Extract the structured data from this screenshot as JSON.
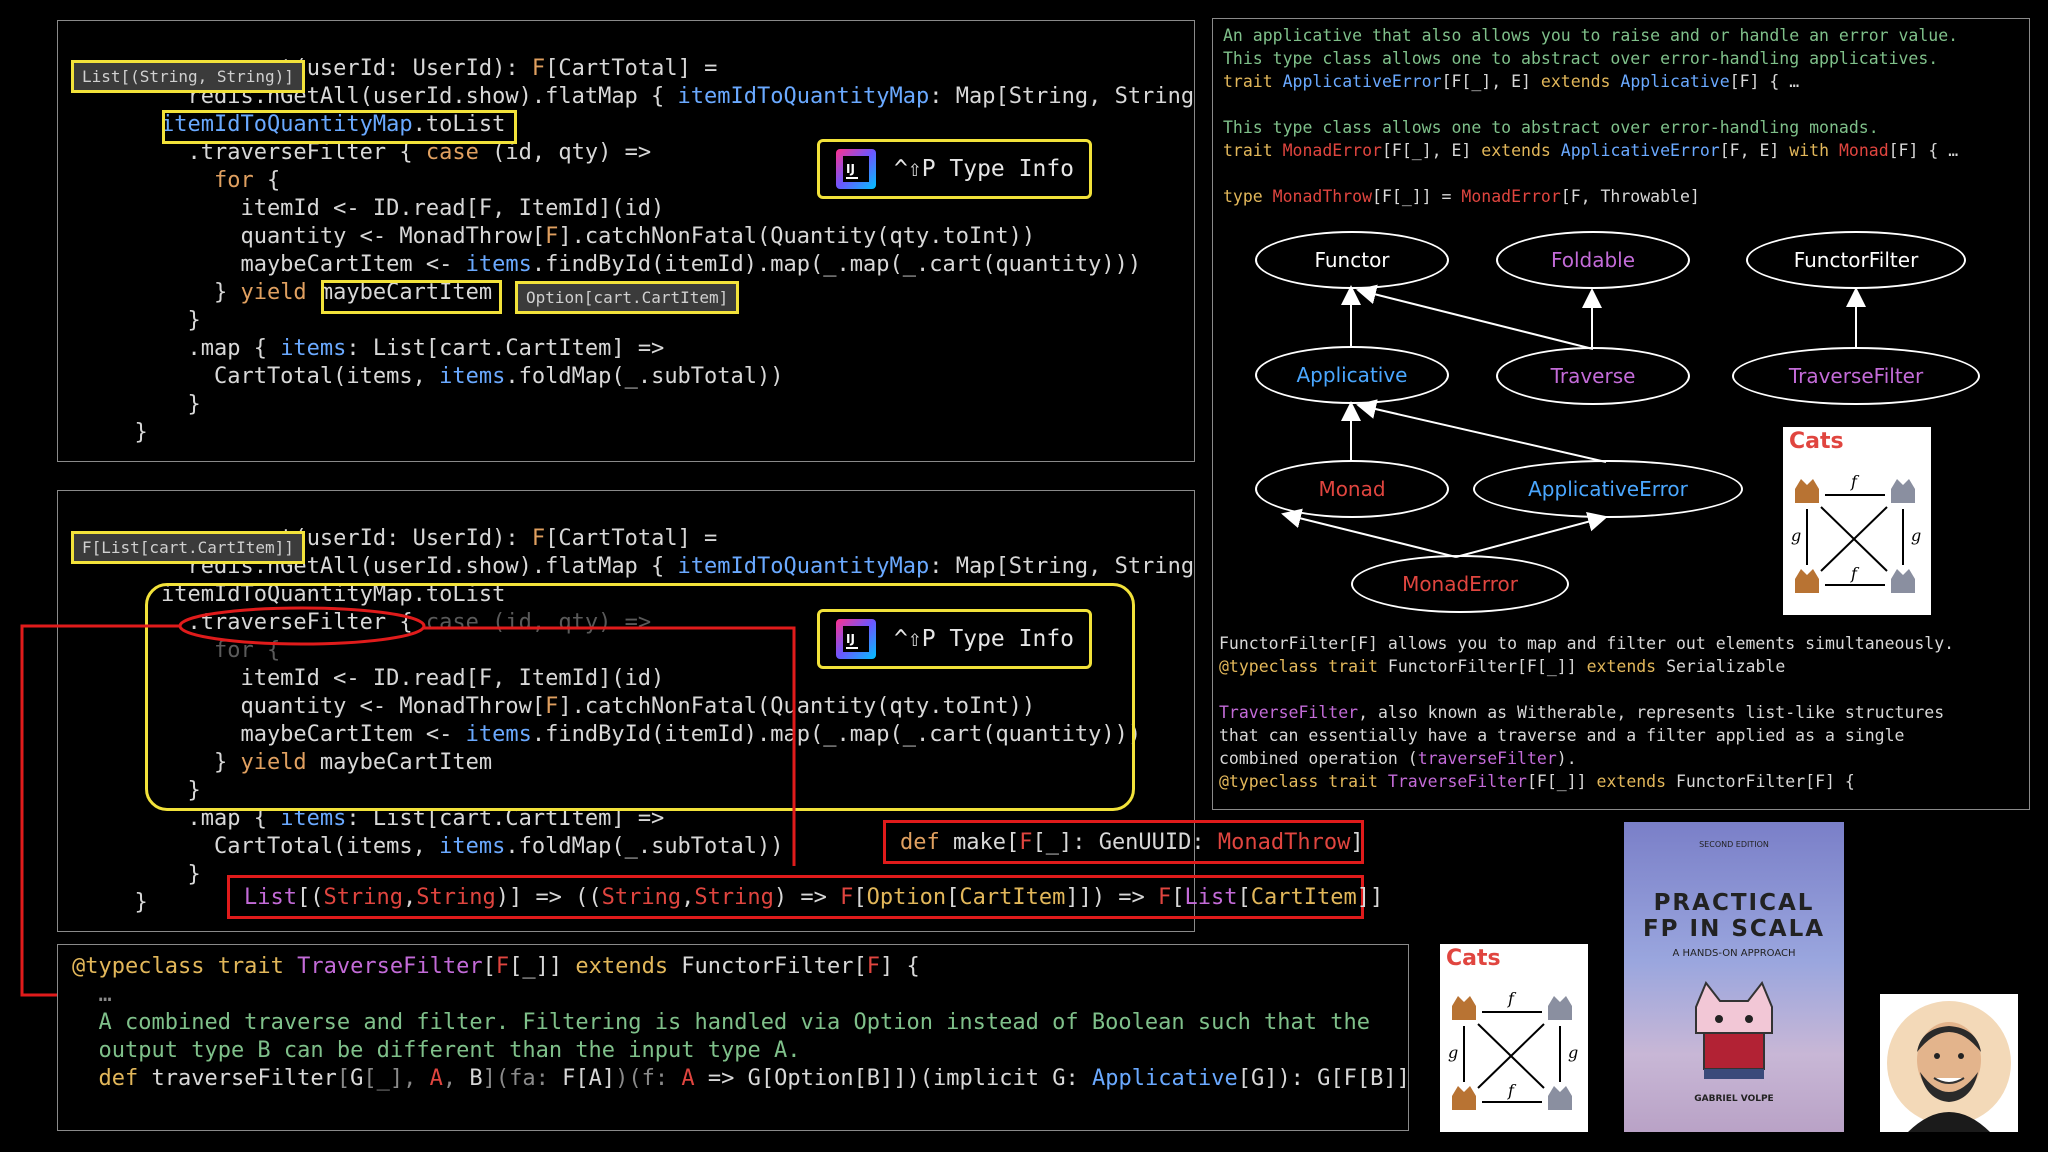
{
  "colors": {
    "yellow_box": "#f2e23a",
    "red_box": "#e01b1b",
    "panel_border": "#8a8a8a"
  },
  "panel_top": {
    "lines": [
      [
        [
          "wh",
          "            "
        ],
        [
          "wh",
          "et(userId: UserId): "
        ],
        [
          "ty",
          "F"
        ],
        [
          "wh",
          "["
        ],
        [
          "wh",
          "CartTotal"
        ],
        [
          "wh",
          "] ="
        ]
      ],
      [
        [
          "wh",
          "      redis.hGetAll(userId.show).flatMap { "
        ],
        [
          "bl",
          "itemIdToQuantityMap"
        ],
        [
          "wh",
          ": Map[String, String] =>"
        ]
      ],
      [
        [
          "wh",
          "    "
        ],
        [
          "bl",
          "itemIdToQuantityMap"
        ],
        [
          "wh",
          ".toList"
        ]
      ],
      [
        [
          "wh",
          "      .traverseFilter { "
        ],
        [
          "kw",
          "case"
        ],
        [
          "wh",
          " (id, qty) =>"
        ]
      ],
      [
        [
          "wh",
          "        "
        ],
        [
          "kw",
          "for"
        ],
        [
          "wh",
          " {"
        ]
      ],
      [
        [
          "wh",
          "          itemId <- ID.read[F, ItemId](id)"
        ]
      ],
      [
        [
          "wh",
          "          quantity <- MonadThrow["
        ],
        [
          "ty",
          "F"
        ],
        [
          "wh",
          "].catchNonFatal(Quantity(qty.toInt))"
        ]
      ],
      [
        [
          "wh",
          "          maybeCartItem <- "
        ],
        [
          "bl",
          "items"
        ],
        [
          "wh",
          ".findById(itemId).map(_.map(_.cart(quantity)))"
        ]
      ],
      [
        [
          "wh",
          "        } "
        ],
        [
          "kw",
          "yield"
        ],
        [
          "wh",
          " maybeCartItem"
        ]
      ],
      [
        [
          "wh",
          "      }"
        ]
      ],
      [
        [
          "wh",
          "      .map { "
        ],
        [
          "bl",
          "items"
        ],
        [
          "wh",
          ": List[cart.CartItem] =>"
        ]
      ],
      [
        [
          "wh",
          "        CartTotal(items, "
        ],
        [
          "bl",
          "items"
        ],
        [
          "wh",
          ".foldMap(_.subTotal))"
        ]
      ],
      [
        [
          "wh",
          "      }"
        ]
      ],
      [
        [
          "wh",
          "  }"
        ]
      ]
    ],
    "tooltip_list": "List[(String, String)]",
    "tooltip_option": "Option[cart.CartItem]",
    "type_info_label": "^⇧P Type Info"
  },
  "panel_mid": {
    "lines": [
      [
        [
          "wh",
          "            "
        ],
        [
          "wh",
          "et(userId: UserId): "
        ],
        [
          "ty",
          "F"
        ],
        [
          "wh",
          "[CartTotal] ="
        ]
      ],
      [
        [
          "wh",
          "      redis.hGetAll(userId.show).flatMap { "
        ],
        [
          "bl",
          "itemIdToQuantityMap"
        ],
        [
          "wh",
          ": Map[String, String] =>"
        ]
      ],
      [
        [
          "wh",
          "    itemIdToQuantityMap.toList"
        ]
      ],
      [
        [
          "wh",
          "      .traverseFilter { "
        ],
        [
          "dim",
          "case (id, qty) =>"
        ]
      ],
      [
        [
          "dim",
          "        for {"
        ]
      ],
      [
        [
          "wh",
          "          itemId <- ID.read[F, ItemId](id)"
        ]
      ],
      [
        [
          "wh",
          "          quantity <- MonadThrow["
        ],
        [
          "ty",
          "F"
        ],
        [
          "wh",
          "].catchNonFatal(Quantity(qty.toInt))"
        ]
      ],
      [
        [
          "wh",
          "          maybeCartItem <- "
        ],
        [
          "bl",
          "items"
        ],
        [
          "wh",
          ".findById(itemId).map(_.map(_.cart(quantity)))"
        ]
      ],
      [
        [
          "wh",
          "        } "
        ],
        [
          "kw",
          "yield"
        ],
        [
          "wh",
          " maybeCartItem"
        ]
      ],
      [
        [
          "wh",
          "      }"
        ]
      ],
      [
        [
          "wh",
          "      .map { "
        ],
        [
          "bl",
          "items"
        ],
        [
          "wh",
          ": List[cart.CartItem] =>"
        ]
      ],
      [
        [
          "wh",
          "        CartTotal(items, "
        ],
        [
          "bl",
          "items"
        ],
        [
          "wh",
          ".foldMap(_.subTotal))"
        ]
      ],
      [
        [
          "wh",
          "      }"
        ]
      ],
      [
        [
          "wh",
          "  }"
        ]
      ]
    ],
    "tooltip_f": "F[List[cart.CartItem]]",
    "type_info_label": "^⇧P Type Info"
  },
  "def_make": [
    [
      "kw",
      "def "
    ],
    [
      "wh",
      "make["
    ],
    [
      "rd",
      "F"
    ],
    [
      "wh",
      "[_]: GenUUID: "
    ],
    [
      "rd",
      "MonadThrow"
    ],
    [
      "wh",
      "]"
    ]
  ],
  "list_sig": [
    [
      "pk",
      "List"
    ],
    [
      "wh",
      "[("
    ],
    [
      "rd",
      "String"
    ],
    [
      "wh",
      ","
    ],
    [
      "rd",
      "String"
    ],
    [
      "wh",
      ")] => (("
    ],
    [
      "rd",
      "String"
    ],
    [
      "wh",
      ","
    ],
    [
      "rd",
      "String"
    ],
    [
      "wh",
      ") => "
    ],
    [
      "rd",
      "F"
    ],
    [
      "wh",
      "["
    ],
    [
      "yl",
      "Option"
    ],
    [
      "wh",
      "["
    ],
    [
      "yl",
      "CartItem"
    ],
    [
      "wh",
      "]]) => "
    ],
    [
      "rd",
      "F"
    ],
    [
      "wh",
      "["
    ],
    [
      "pk",
      "List"
    ],
    [
      "wh",
      "["
    ],
    [
      "yl",
      "CartItem"
    ],
    [
      "wh",
      "]]"
    ]
  ],
  "panel_bottom": {
    "lines": [
      [
        [
          "yl",
          "@typeclass trait "
        ],
        [
          "pk",
          "TraverseFilter"
        ],
        [
          "wh",
          "["
        ],
        [
          "rd",
          "F"
        ],
        [
          "wh",
          "[_]] "
        ],
        [
          "yl",
          "extends"
        ],
        [
          "wh",
          " FunctorFilter["
        ],
        [
          "rd",
          "F"
        ],
        [
          "wh",
          "] {"
        ]
      ],
      [
        [
          "gy",
          "  …"
        ]
      ],
      [
        [
          "gr",
          "  A combined traverse and filter. Filtering is handled via Option instead of Boolean such that the"
        ]
      ],
      [
        [
          "gr",
          "  output type B can be different than the input type A."
        ]
      ],
      [
        [
          "yl",
          "  def "
        ],
        [
          "wh",
          "traverseFilter"
        ],
        [
          "gy",
          "["
        ],
        [
          "wh",
          "G"
        ],
        [
          "gy",
          "[_], "
        ],
        [
          "rd",
          "A"
        ],
        [
          "gy",
          ", "
        ],
        [
          "wh",
          "B"
        ],
        [
          "gy",
          "](fa: "
        ],
        [
          "wh",
          "F[A]"
        ],
        [
          "gy",
          ")(f: "
        ],
        [
          "rd",
          "A"
        ],
        [
          "wh",
          " => G["
        ],
        [
          "wh",
          "Option[B]"
        ],
        [
          "wh",
          "])(implicit G: "
        ],
        [
          "bl",
          "Applicative"
        ],
        [
          "wh",
          "[G]): G[F[B]]"
        ]
      ]
    ]
  },
  "right_panel": {
    "header_lines": [
      [
        [
          "gr",
          "An applicative that also allows you to raise and or handle an error value."
        ]
      ],
      [
        [
          "gr",
          "This type class allows one to abstract over error-handling applicatives."
        ]
      ],
      [
        [
          "yl",
          "trait "
        ],
        [
          "bl",
          "ApplicativeError"
        ],
        [
          "wh",
          "[F[_], E] "
        ],
        [
          "yl",
          "extends "
        ],
        [
          "bl",
          "Applicative"
        ],
        [
          "wh",
          "[F] { …"
        ]
      ],
      [
        [
          "gr",
          ""
        ]
      ],
      [
        [
          "gr",
          "This type class allows one to abstract over error-handling monads."
        ]
      ],
      [
        [
          "yl",
          "trait "
        ],
        [
          "rd",
          "MonadError"
        ],
        [
          "wh",
          "[F[_], E] "
        ],
        [
          "yl",
          "extends "
        ],
        [
          "bl",
          "ApplicativeError"
        ],
        [
          "wh",
          "[F, E] "
        ],
        [
          "yl",
          "with "
        ],
        [
          "rd",
          "Monad"
        ],
        [
          "wh",
          "[F] { …"
        ]
      ],
      [
        [
          "gr",
          ""
        ]
      ],
      [
        [
          "yl",
          "type "
        ],
        [
          "rd",
          "MonadThrow"
        ],
        [
          "wh",
          "[F[_]] = "
        ],
        [
          "rd",
          "MonadError"
        ],
        [
          "wh",
          "[F, Throwable]"
        ]
      ]
    ],
    "nodes": [
      {
        "id": "functor",
        "label": "Functor",
        "color": "#ffffff"
      },
      {
        "id": "foldable",
        "label": "Foldable",
        "color": "#c36bd8"
      },
      {
        "id": "functorfilter",
        "label": "FunctorFilter",
        "color": "#ffffff"
      },
      {
        "id": "applicative",
        "label": "Applicative",
        "color": "#4aa7ff"
      },
      {
        "id": "traverse",
        "label": "Traverse",
        "color": "#c36bd8"
      },
      {
        "id": "traversefilter",
        "label": "TraverseFilter",
        "color": "#c36bd8"
      },
      {
        "id": "monad",
        "label": "Monad",
        "color": "#e0453f"
      },
      {
        "id": "applicativeerror",
        "label": "ApplicativeError",
        "color": "#4aa7ff"
      },
      {
        "id": "monaderror",
        "label": "MonadError",
        "color": "#e0453f"
      }
    ],
    "footer_lines": [
      [
        [
          "wh",
          "FunctorFilter[F] allows you to map and filter out elements simultaneously."
        ]
      ],
      [
        [
          "yl",
          "@typeclass trait "
        ],
        [
          "wh",
          "FunctorFilter[F[_]] "
        ],
        [
          "yl",
          "extends "
        ],
        [
          "wh",
          "Serializable"
        ]
      ],
      [
        [
          "wh",
          ""
        ]
      ],
      [
        [
          "pk",
          "TraverseFilter"
        ],
        [
          "wh",
          ", also known as Witherable, represents list-like structures"
        ]
      ],
      [
        [
          "wh",
          "that can essentially have a traverse and a filter applied as a single"
        ]
      ],
      [
        [
          "wh",
          "combined operation ("
        ],
        [
          "pk",
          "traverseFilter"
        ],
        [
          "wh",
          ")."
        ]
      ],
      [
        [
          "yl",
          "@typeclass trait "
        ],
        [
          "pk",
          "TraverseFilter"
        ],
        [
          "wh",
          "[F[_]] "
        ],
        [
          "yl",
          "extends "
        ],
        [
          "wh",
          "FunctorFilter[F] {"
        ]
      ]
    ]
  },
  "cats_logo_title": "Cats",
  "book": {
    "edition": "SECOND EDITION",
    "title_line1": "PRACTICAL",
    "title_line2": "FP IN SCALA",
    "subtitle": "A HANDS-ON APPROACH",
    "author": "GABRIEL VOLPE"
  }
}
